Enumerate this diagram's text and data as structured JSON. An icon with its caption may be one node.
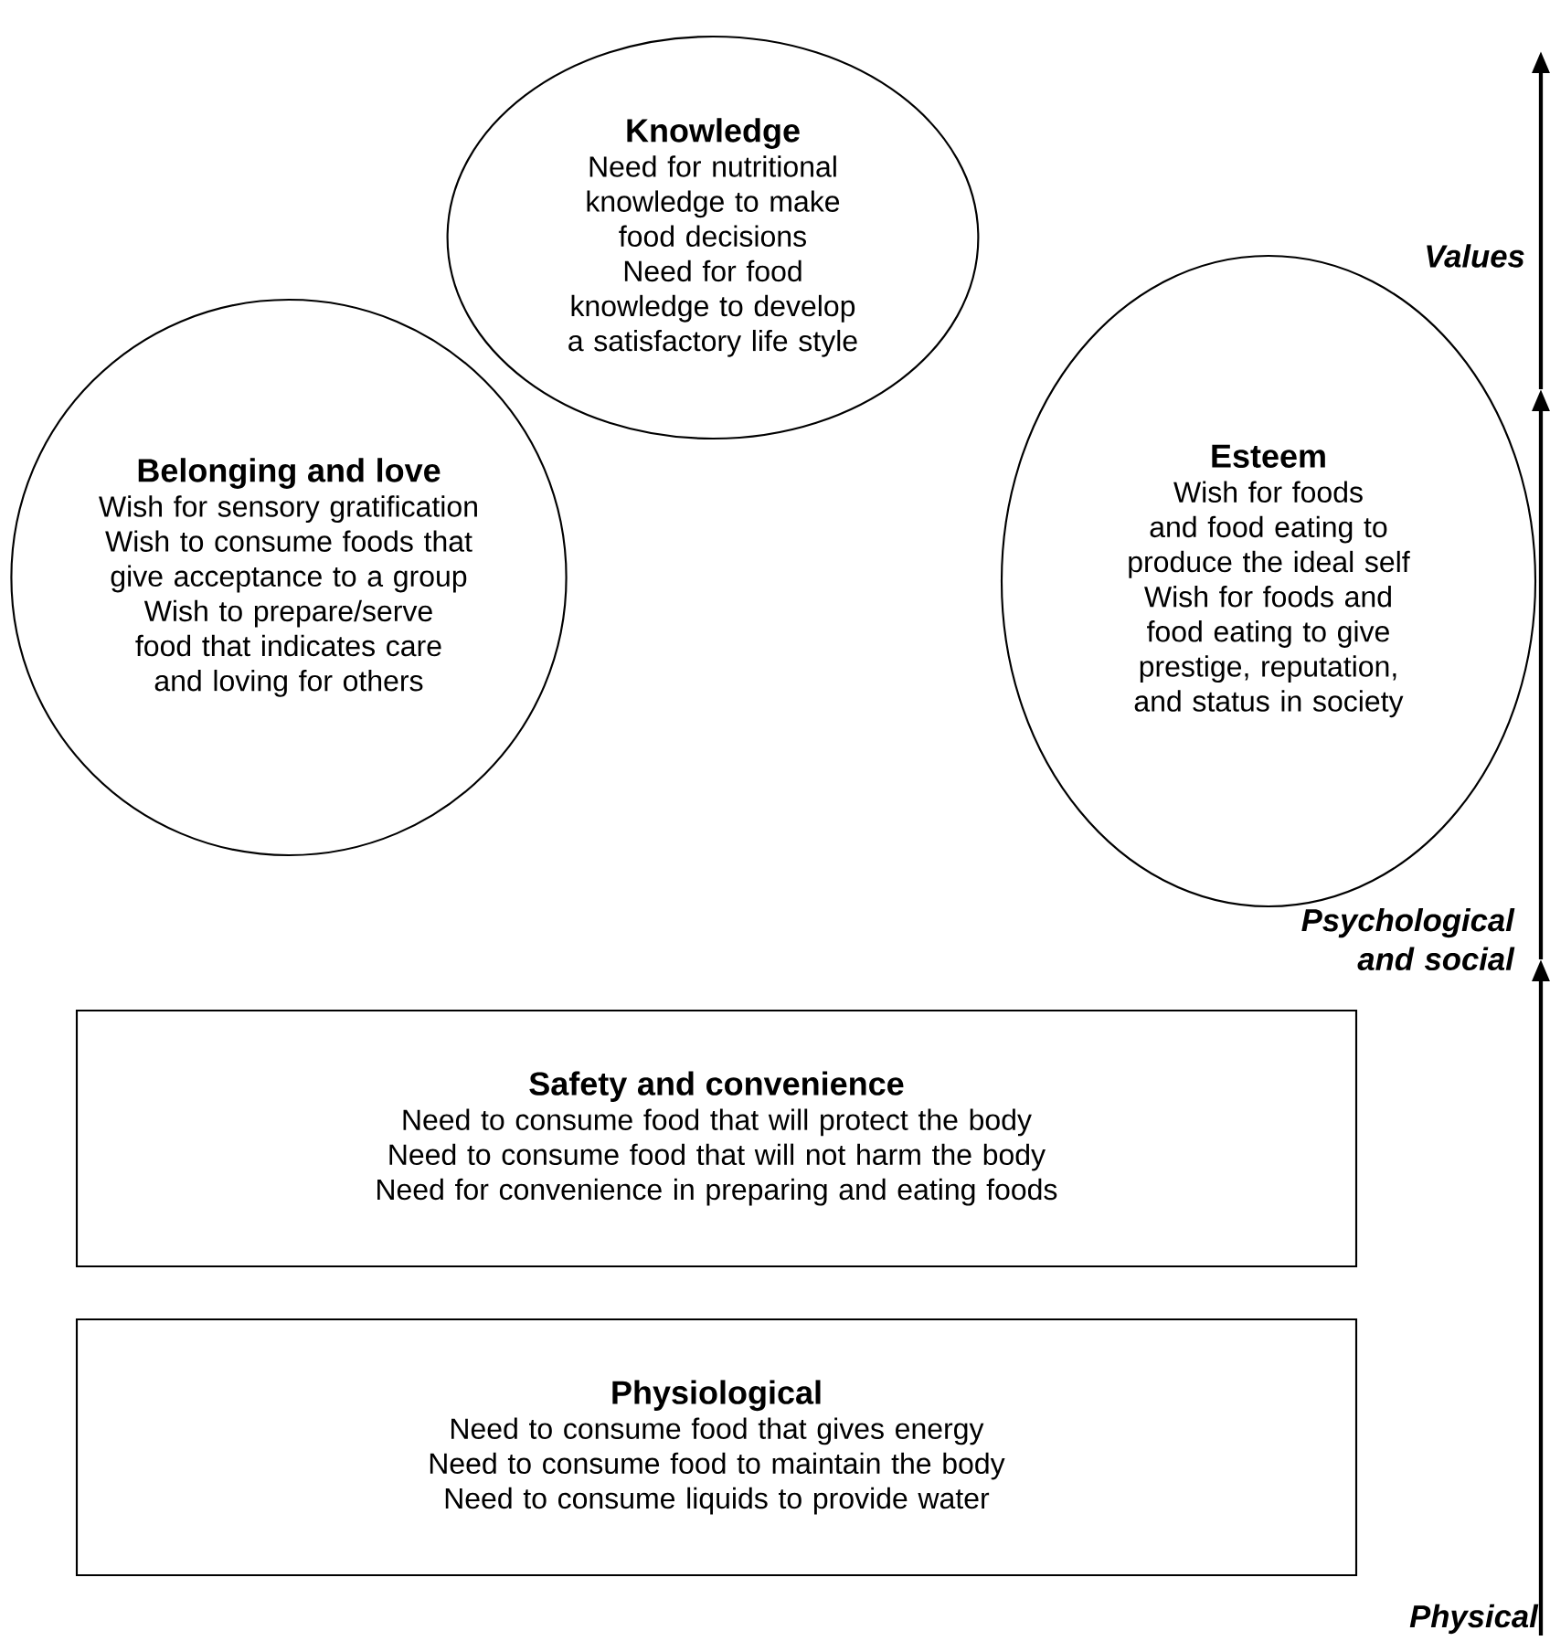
{
  "diagram": {
    "nodes": [
      {
        "text": [
          "Knowledge",
          "Need for nutritional knowledge to make food decisions",
          "Need for food knowledge to develop a satisfactory life style"
        ]
      },
      {
        "text": [
          "Belonging and love",
          "Wish for sensory gratification",
          "Wish to consume foods that give acceptance to a group",
          "Wish to prepare/serve food that indicates care and loving for others"
        ]
      },
      {
        "text": [
          "Esteem",
          "Wish for foods and food eating to produce the ideal self",
          "Wish for foods and food eating to give prestige, reputation, and status in society"
        ]
      },
      {
        "text": [
          "Safety and convenience",
          "Need to consume food that will protect the body",
          "Need to consume food that will not harm the body",
          "Need for convenience in preparing and eating foods"
        ]
      },
      {
        "text": [
          "Physiological",
          "Need to consume food that gives energy",
          "Need to consume food to maintain the body",
          "Need to consume liquids to provide water"
        ]
      }
    ],
    "labels": [
      "Values",
      "Psychological and social",
      "Physical"
    ]
  }
}
